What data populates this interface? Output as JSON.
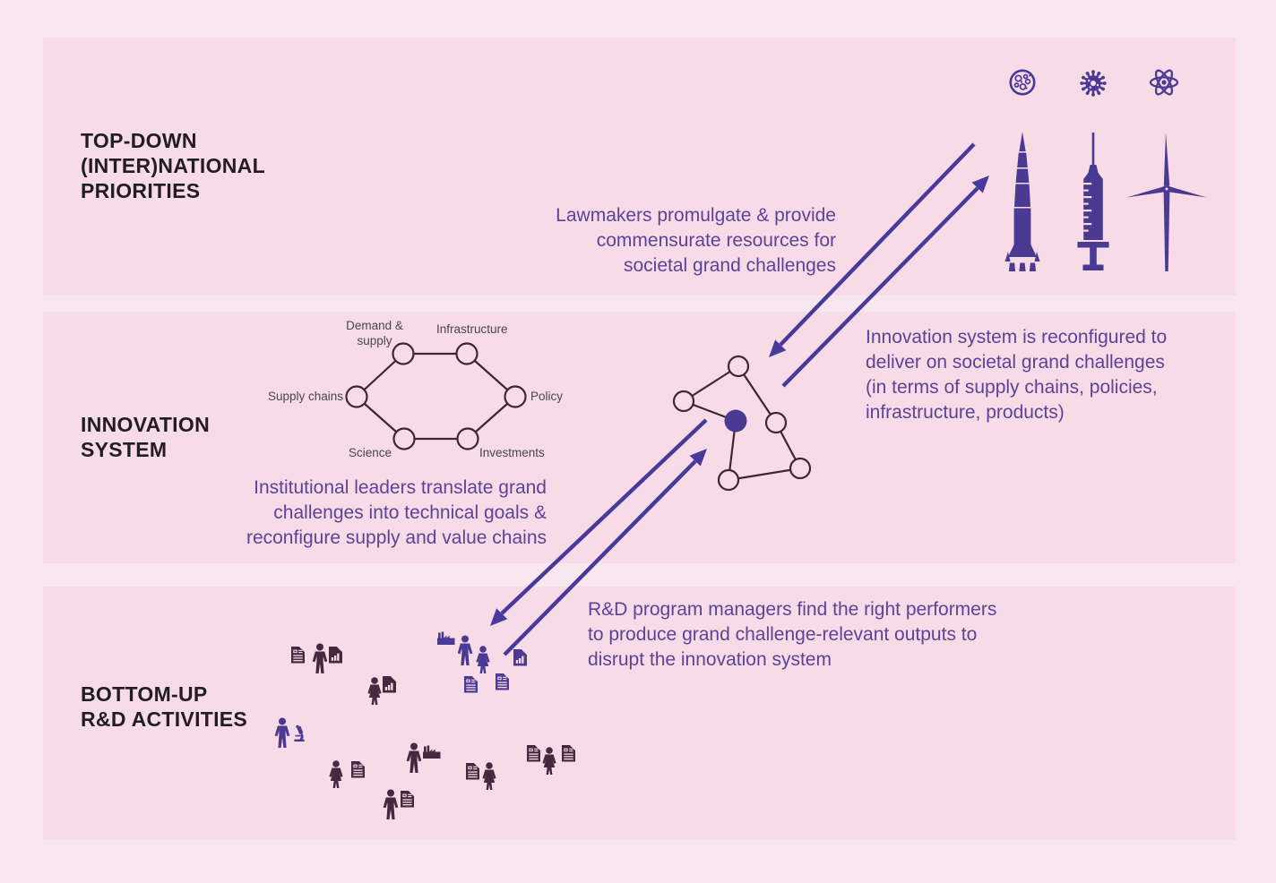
{
  "colors": {
    "background": "#f9e7f0",
    "band_background": "#f7dbe7",
    "icon_arrow_purple": "#4b3a94",
    "annotation_purple": "#5d4299",
    "pictogram_dark_plum": "#46283f",
    "title_black": "#211d22",
    "network_outline": "#3f2433"
  },
  "bands": {
    "top": {
      "title": "TOP-DOWN\n(INTER)NATIONAL\nPRIORITIES",
      "annotation": "Lawmakers promulgate & provide\ncommensurate resources for\nsocietal grand challenges"
    },
    "middle": {
      "title": "INNOVATION\nSYSTEM",
      "annotation_left": "Institutional leaders translate grand\nchallenges into technical goals &\nreconfigure supply and value chains",
      "annotation_right": "Innovation system is reconfigured to\ndeliver on societal grand challenges\n(in terms of supply chains, policies,\ninfrastructure, products)"
    },
    "bottom": {
      "title": "BOTTOM-UP\nR&D ACTIVITIES",
      "annotation": "R&D program managers find the right performers\nto produce grand challenge-relevant outputs to\ndisrupt the innovation system"
    }
  },
  "hexagon": {
    "demand_supply": "Demand &\nsupply",
    "infrastructure": "Infrastructure",
    "supply_chains": "Supply chains",
    "policy": "Policy",
    "science": "Science",
    "investments": "Investments"
  },
  "top_icons": [
    "moon-icon",
    "virus-icon",
    "atom-icon",
    "rocket-icon",
    "syringe-icon",
    "wind-turbine-icon"
  ],
  "bottom_pictograms": [
    "person-icons",
    "document-icons",
    "chart-document-icons",
    "factory-icons",
    "microscope-icon"
  ]
}
